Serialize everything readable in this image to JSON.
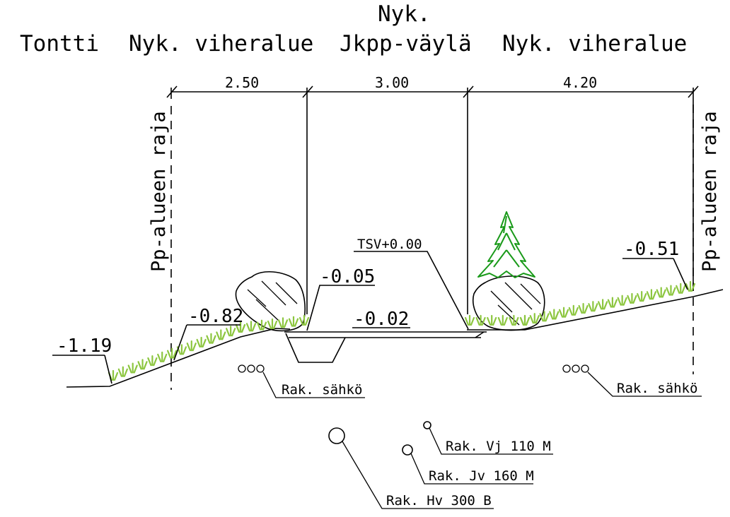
{
  "zones": {
    "plot": "Tontti",
    "green_left": "Nyk. viheralue",
    "path_line1": "Nyk.",
    "path_line2": "Jkpp-väylä",
    "green_right": "Nyk. viheralue"
  },
  "dimensions": {
    "left_width": "2.50",
    "path_width": "3.00",
    "right_width": "4.20"
  },
  "boundary": {
    "left": "Pp-alueen raja",
    "right": "Pp-alueen raja"
  },
  "levels": {
    "far_left": "-1.19",
    "left_slope": "-0.82",
    "path_edge": "-0.05",
    "path_center": "-0.02",
    "right": "-0.51",
    "reference": "TSV+0.00"
  },
  "utilities": {
    "electric_left": "Rak. sähkö",
    "electric_right": "Rak. sähkö",
    "water_supply": "Rak. Vj 110 M",
    "waste_water": "Rak. Jv 160 M",
    "storm_water": "Rak. Hv 300 B"
  },
  "colors": {
    "grass": "#8cc63f",
    "tree": "#1a9a1a",
    "lines": "#000000"
  }
}
